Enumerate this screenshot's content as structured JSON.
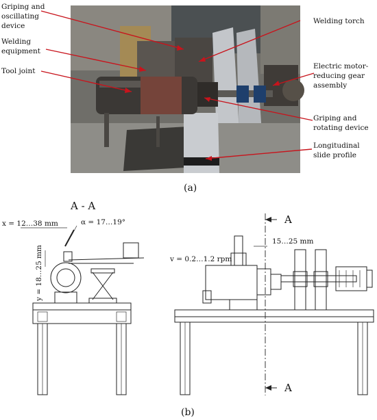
{
  "callouts_left": [
    {
      "text": "Griping and"
    },
    {
      "text": "oscillating"
    },
    {
      "text": "device"
    },
    {
      "text": "Welding"
    },
    {
      "text": "equipment"
    },
    {
      "text": "Tool joint"
    }
  ],
  "callouts_right": [
    {
      "text": "Welding torch"
    },
    {
      "text": "Electric motor-"
    },
    {
      "text": "reducing gear"
    },
    {
      "text": "assembly"
    },
    {
      "text": "Griping and"
    },
    {
      "text": "rotating device"
    },
    {
      "text": "Longitudinal"
    },
    {
      "text": "slide profile"
    }
  ],
  "captions": {
    "a": "(a)",
    "b": "(b)"
  },
  "section_view": {
    "title": "A - A",
    "x_dim": "x = 12…38 mm",
    "alpha_dim": "α = 17…19°",
    "y_dim": "y = 18…25 mm"
  },
  "side_view": {
    "section_mark_top": "A",
    "section_mark_bottom": "A",
    "gap_dim": "15…25 mm",
    "speed_dim": "v = 0.2…1.2 rpm"
  },
  "colors": {
    "photo_bg": "#6a6a66",
    "pipe": "#3b3835",
    "rail": "#b9bcc0",
    "arrow": "#c8141c"
  }
}
